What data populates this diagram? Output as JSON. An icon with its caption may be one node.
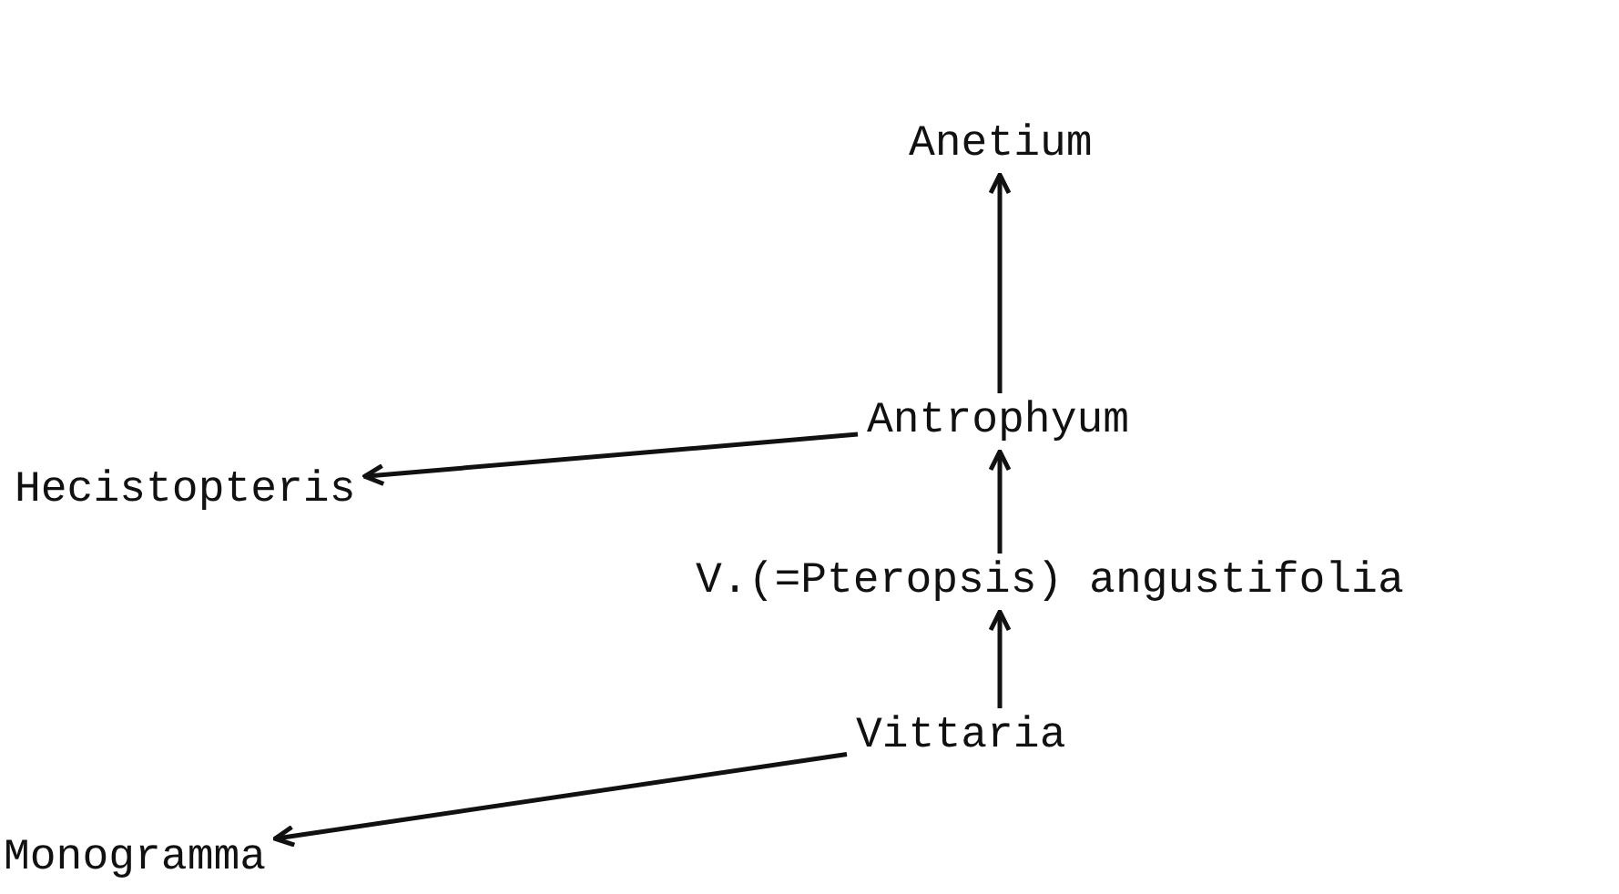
{
  "diagram": {
    "nodes": [
      {
        "text": [
          "Anetium"
        ]
      },
      {
        "text": [
          "Antrophyum"
        ]
      },
      {
        "text": [
          "Hecistopteris"
        ]
      },
      {
        "text": [
          "V.(=Pteropsis) angustifolia"
        ]
      },
      {
        "text": [
          "Vittaria"
        ]
      },
      {
        "text": [
          "Monogramma"
        ]
      }
    ],
    "edges": [
      {
        "from": 1,
        "to": 0,
        "arrow": "to"
      },
      {
        "from": 1,
        "to": 2,
        "arrow": "to"
      },
      {
        "from": 3,
        "to": 1,
        "arrow": "to"
      },
      {
        "from": 4,
        "to": 3,
        "arrow": "to"
      },
      {
        "from": 4,
        "to": 5,
        "arrow": "to"
      }
    ]
  }
}
